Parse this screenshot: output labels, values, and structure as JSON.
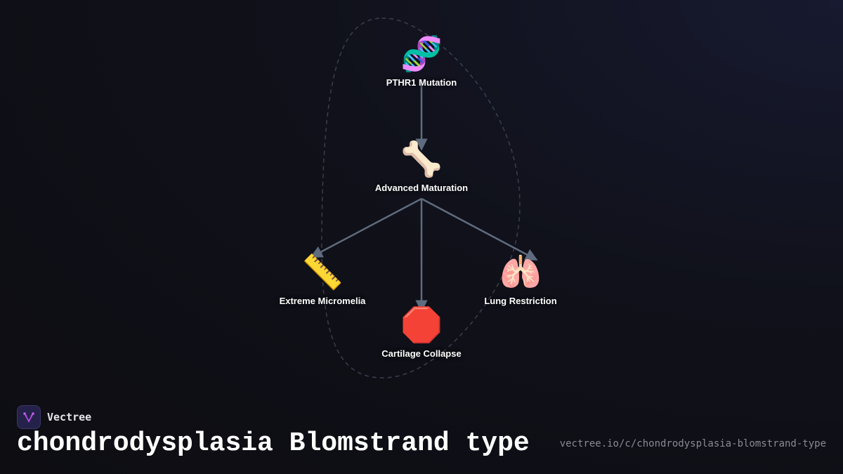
{
  "brand": {
    "name": "Vectree",
    "logo_icon": "vectree-logo-icon",
    "accent": "#b44be0"
  },
  "title": "chondrodysplasia Blomstrand type",
  "url": "vectree.io/c/chondrodysplasia-blomstrand-type",
  "colors": {
    "edge": "#5f6b7e",
    "group_outline": "#3a3f4c"
  },
  "nodes": [
    {
      "id": "pthr1",
      "label": "PTHR1 Mutation",
      "icon": "🧬",
      "icon_name": "dna-icon"
    },
    {
      "id": "maturation",
      "label": "Advanced Maturation",
      "icon": "🦴",
      "icon_name": "bone-icon"
    },
    {
      "id": "micromelia",
      "label": "Extreme Micromelia",
      "icon": "📏",
      "icon_name": "ruler-icon"
    },
    {
      "id": "cartilage",
      "label": "Cartilage Collapse",
      "icon": "🛑",
      "icon_name": "stop-sign-icon"
    },
    {
      "id": "lung",
      "label": "Lung Restriction",
      "icon": "🫁",
      "icon_name": "lungs-icon"
    }
  ],
  "edges": [
    {
      "from": "PTHR1 Mutation",
      "to": "Advanced Maturation"
    },
    {
      "from": "Advanced Maturation",
      "to": "Extreme Micromelia"
    },
    {
      "from": "Advanced Maturation",
      "to": "Cartilage Collapse"
    },
    {
      "from": "Advanced Maturation",
      "to": "Lung Restriction"
    }
  ]
}
